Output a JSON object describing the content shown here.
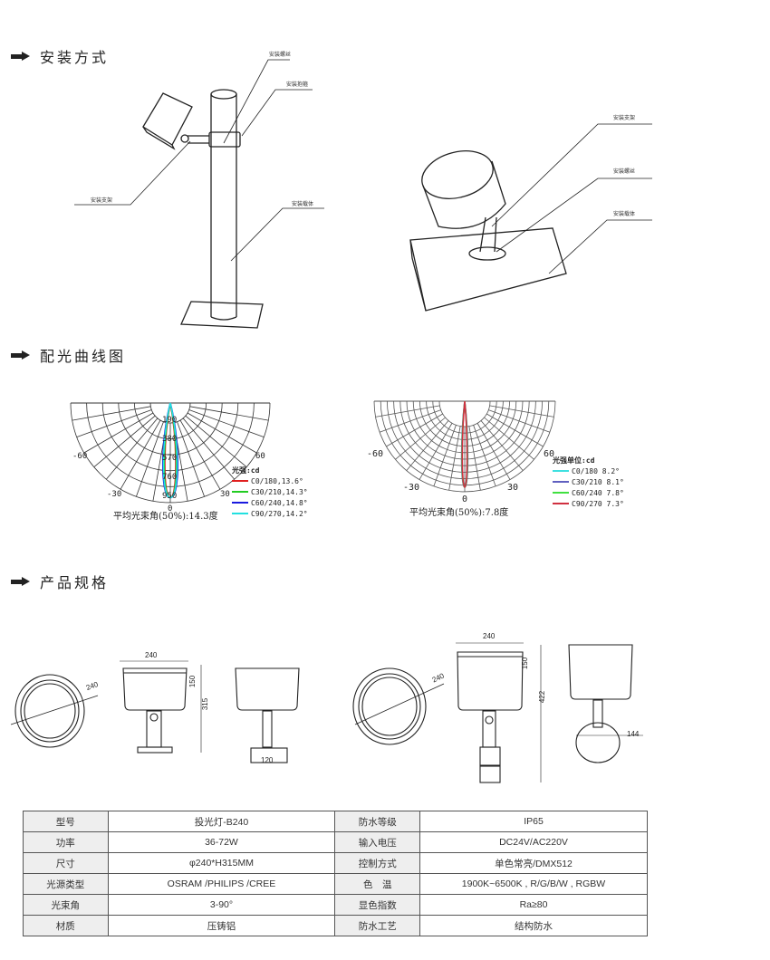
{
  "sections": {
    "install": "安装方式",
    "light_curve": "配光曲线图",
    "spec": "产品规格"
  },
  "install": {
    "left_labels": [
      "安装螺丝",
      "安装抱箍",
      "安装支架",
      "安装载体"
    ],
    "right_labels": [
      "安装支架",
      "安装螺丝",
      "安装载体"
    ]
  },
  "polar1": {
    "angles": [
      "-60",
      "60",
      "-30",
      "30",
      "0"
    ],
    "rings": [
      "190",
      "380",
      "570",
      "760",
      "950"
    ],
    "unit": "光强:cd",
    "legend": [
      {
        "label": "C0/180,13.6°",
        "color": "#e02020"
      },
      {
        "label": "C30/210,14.3°",
        "color": "#22cc22"
      },
      {
        "label": "C60/240,14.8°",
        "color": "#1a1adf"
      },
      {
        "label": "C90/270,14.2°",
        "color": "#22e0e0"
      }
    ],
    "caption": "平均光束角(50%):14.3度"
  },
  "polar2": {
    "angles": [
      "-60",
      "60",
      "-30",
      "30",
      "0"
    ],
    "unit": "光强单位:cd",
    "legend": [
      {
        "label": "C0/180 8.2°",
        "color": "#40e0e0"
      },
      {
        "label": "C30/210 8.1°",
        "color": "#6060c0"
      },
      {
        "label": "C60/240 7.8°",
        "color": "#40e040"
      },
      {
        "label": "C90/270 7.3°",
        "color": "#d03040"
      }
    ],
    "caption": "平均光束角(50%):7.8度"
  },
  "dims": {
    "d1": "240",
    "w1": "240",
    "h1": "150",
    "t1": "315",
    "b1": "120",
    "d2": "240",
    "w2": "240",
    "h2": "150",
    "t2": "422",
    "c2": "144"
  },
  "spec_table": [
    [
      "型号",
      "投光灯-B240",
      "防水等级",
      "IP65"
    ],
    [
      "功率",
      "36-72W",
      "输入电压",
      "DC24V/AC220V"
    ],
    [
      "尺寸",
      "φ240*H315MM",
      "控制方式",
      "单色常亮/DMX512"
    ],
    [
      "光源类型",
      "OSRAM /PHILIPS /CREE",
      "色　温",
      "1900K~6500K , R/G/B/W , RGBW"
    ],
    [
      "光束角",
      "3-90°",
      "显色指数",
      "Ra≥80"
    ],
    [
      "材质",
      "压铸铝",
      "防水工艺",
      "结构防水"
    ]
  ]
}
